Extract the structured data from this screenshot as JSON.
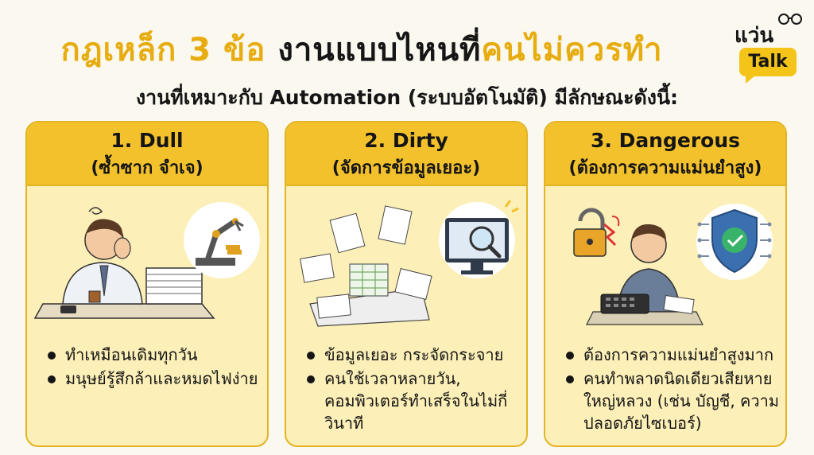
{
  "header": {
    "title_part1": "กฎเหล็ก 3 ข้อ",
    "title_part2": "งานแบบไหนที่",
    "title_part3": "คนไม่ควรทำ",
    "subtitle": "งานที่เหมาะกับ Automation (ระบบอัตโนมัติ) มีลักษณะดังนี้:"
  },
  "logo": {
    "word": "แว่น",
    "badge": "Talk"
  },
  "colors": {
    "accent": "#f3c12c",
    "title_highlight": "#e7ad10",
    "card_bg": "#fcefb8"
  },
  "cards": [
    {
      "title": "1. Dull",
      "subtitle": "(ซ้ำซาก จำเจ)",
      "bullets": [
        "ทำเหมือนเดิมทุกวัน",
        "มนุษย์รู้สึกล้าและหมดไฟง่าย"
      ],
      "icons": [
        "tired-worker-icon",
        "robot-arm-icon"
      ]
    },
    {
      "title": "2. Dirty",
      "subtitle": "(จัดการข้อมูลเยอะ)",
      "bullets": [
        "ข้อมูลเยอะ กระจัดกระจาย",
        "คนใช้เวลาหลายวัน, คอมพิวเตอร์ทำเสร็จในไม่กี่วินาที"
      ],
      "icons": [
        "scattered-papers-icon",
        "computer-search-icon"
      ]
    },
    {
      "title": "3. Dangerous",
      "subtitle": "(ต้องการความแม่นยำสูง)",
      "bullets": [
        "ต้องการความแม่นยำสูงมาก",
        "คนทำพลาดนิดเดียวเสียหายใหญ่หลวง (เช่น บัญชี, ความปลอดภัยไซเบอร์)"
      ],
      "icons": [
        "broken-lock-icon",
        "stressed-accountant-icon",
        "security-shield-icon"
      ]
    }
  ]
}
